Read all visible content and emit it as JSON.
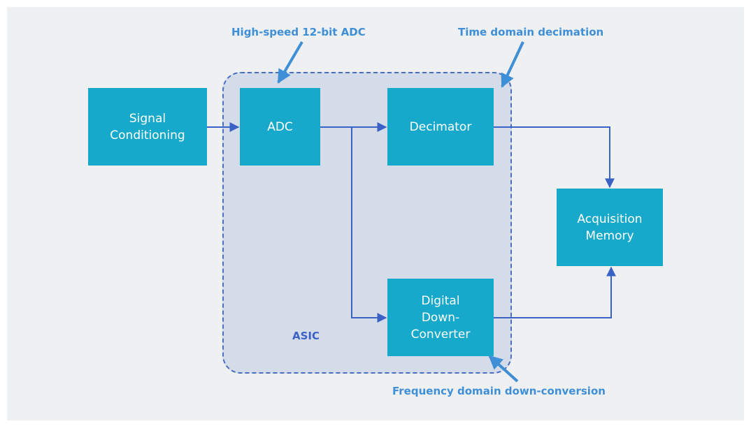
{
  "diagram": {
    "blocks": {
      "signal_conditioning": "Signal\nConditioning",
      "adc": "ADC",
      "decimator": "Decimator",
      "ddc": "Digital\nDown-\nConverter",
      "acq_memory": "Acquisition\nMemory"
    },
    "asic_label": "ASIC",
    "annotations": {
      "adc_note": "High-speed 12-bit ADC",
      "decimation_note": "Time domain decimation",
      "ddc_note": "Frequency domain down-conversion"
    },
    "colors": {
      "block": "#16a9cc",
      "asic_fill": "#d5dce9",
      "asic_border": "#4a6fc0",
      "connector": "#3a62c6",
      "annotation": "#3f8fd6",
      "background": "#eef0f2"
    }
  }
}
